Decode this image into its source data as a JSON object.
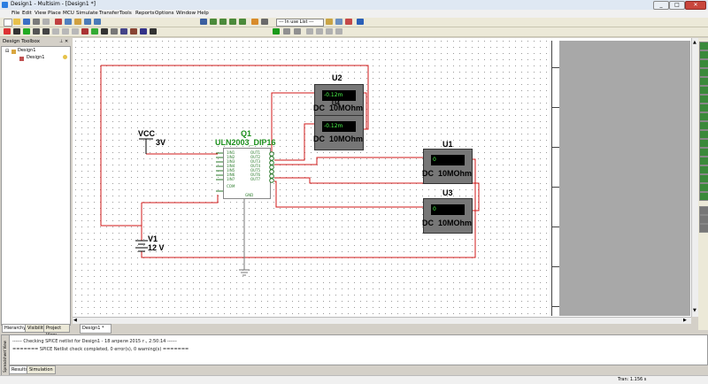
{
  "window": {
    "title": "Design1 - Multisim - [Design1 *]"
  },
  "menu": [
    "File",
    "Edit",
    "View",
    "Place",
    "MCU",
    "Simulate",
    "Transfer",
    "Tools",
    "Reports",
    "Options",
    "Window",
    "Help"
  ],
  "toolbar": {
    "in_use_list": "--- In use List ---"
  },
  "design_toolbox": {
    "title": "Design Toolbox",
    "root": "Design1",
    "child": "Design1"
  },
  "left_tabs": [
    "Hierarchy",
    "Visibility",
    "Project View"
  ],
  "doc_tab": "Design1 *",
  "schematic": {
    "vcc": {
      "name": "VCC",
      "value": "3V"
    },
    "q1": {
      "ref": "Q1",
      "part": "ULN2003_DIP16",
      "pins_in": [
        "1IN1",
        "1IN2",
        "1IN3",
        "1IN4",
        "1IN5",
        "1IN6",
        "1IN7"
      ],
      "pins_out": [
        "OUT1",
        "OUT2",
        "OUT3",
        "OUT4",
        "OUT5",
        "OUT6",
        "OUT7"
      ],
      "com": "COM",
      "gnd": "GND"
    },
    "v1": {
      "ref": "V1",
      "value": "12 V"
    },
    "u2": {
      "ref": "U2",
      "reading": "-0.12m",
      "mode": "DC",
      "impedance": "10MOhm"
    },
    "u4": {
      "ref": "U4",
      "reading": "-0.12m",
      "mode": "DC",
      "impedance": "10MOhm"
    },
    "u1": {
      "ref": "U1",
      "reading": "0",
      "mode": "DC",
      "impedance": "10MOhm"
    },
    "u3": {
      "ref": "U3",
      "reading": "0",
      "mode": "DC",
      "impedance": "10MOhm"
    }
  },
  "output": {
    "line1": "------ Checking SPICE netlist for Design1 - 18 апреля 2015 г., 2:50:14 ------",
    "line2": "======= SPICE Netlist check completed, 0 error(s), 0 warning(s) ======="
  },
  "bottom_tabs": [
    "Results",
    "Simulation"
  ],
  "side_label": "Spreadsheet View",
  "status": {
    "tran": "Tran: 1.156 s"
  },
  "colors": {
    "wire": "#d01818",
    "component": "#1c8f1c",
    "meter_display": "#4cff4c"
  }
}
